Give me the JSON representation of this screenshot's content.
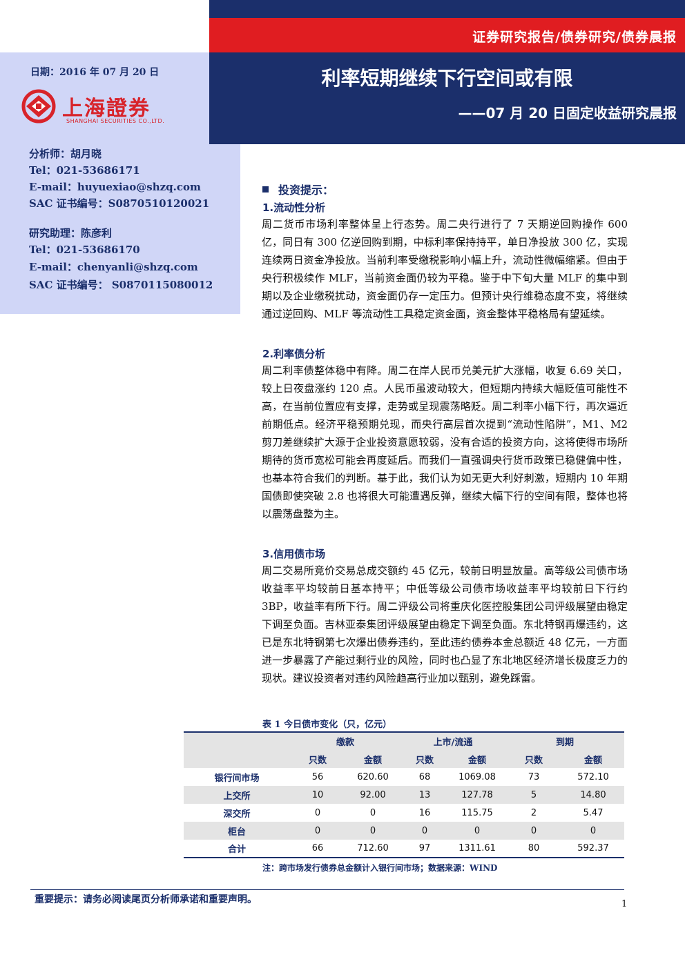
{
  "header": {
    "category": "证券研究报告/债券研究/债券晨报",
    "title": "利率短期继续下行空间或有限",
    "subtitle": "——07 月 20 日固定收益研究晨报"
  },
  "left": {
    "date": "日期：2016 年 07 月 20 日",
    "logo_text": "上海證券",
    "logo_sub": "SHANGHAI SECURITIES CO.,LTD.",
    "analyst": {
      "name": "分析师：胡月晓",
      "tel": "Tel：021-53686171",
      "email": "E-mail：huyuexiao@shzq.com",
      "sac": "SAC 证书编号：S0870510120021"
    },
    "assistant": {
      "name": "研究助理：陈彦利",
      "tel": "Tel：021-53686170",
      "email": "E-mail：chenyanli@shzq.com",
      "sac": "SAC 证书编号：  S0870115080012"
    }
  },
  "body": {
    "section_title": "投资提示：",
    "s1_title": "1.流动性分析",
    "s1_text": "周二货币市场利率整体呈上行态势。周二央行进行了 7 天期逆回购操作 600 亿，同日有 300 亿逆回购到期，中标利率保持持平，单日净投放 300 亿，实现连续两日资金净投放。当前利率受缴税影响小幅上升，流动性微幅缩紧。但由于央行积极续作 MLF，当前资金面仍较为平稳。鉴于中下旬大量 MLF 的集中到期以及企业缴税扰动，资金面仍存一定压力。但预计央行维稳态度不变，将继续通过逆回购、MLF 等流动性工具稳定资金面，资金整体平稳格局有望延续。",
    "s2_title": "2.利率债分析",
    "s2_text": "周二利率债整体稳中有降。周二在岸人民币兑美元扩大涨幅，收复 6.69 关口，较上日夜盘涨约 120 点。人民币虽波动较大，但短期内持续大幅贬值可能性不高，在当前位置应有支撑，走势或呈现震荡略贬。周二利率小幅下行，再次逼近前期低点。经济平稳预期兑现，而央行高层首次提到“流动性陷阱”，M1、M2 剪刀差继续扩大源于企业投资意愿较弱，没有合适的投资方向，这将使得市场所期待的货币宽松可能会再度延后。而我们一直强调央行货币政策已稳健偏中性，也基本符合我们的判断。基于此，我们认为如无更大利好刺激，短期内 10 年期国债即使突破 2.8 也将很大可能遭遇反弹，继续大幅下行的空间有限，整体也将以震荡盘整为主。",
    "s3_title": "3.信用债市场",
    "s3_text": "周二交易所竞价交易总成交额约 45 亿元，较前日明显放量。高等级公司债市场收益率平均较前日基本持平；中低等级公司债市场收益率平均较前日下行约 3BP，收益率有所下行。周二评级公司将重庆化医控股集团公司评级展望由稳定下调至负面。吉林亚泰集团评级展望由稳定下调至负面。东北特钢再爆违约，这已是东北特钢第七次爆出债券违约，至此违约债券本金总额近 48 亿元，一方面进一步暴露了产能过剩行业的风险，同时也凸显了东北地区经济增长极度乏力的现状。建议投资者对违约风险趋高行业加以甄别，避免踩雷。"
  },
  "table": {
    "caption": "表 1 今日债市变化（只，亿元）",
    "groups": [
      "缴款",
      "上市/流通",
      "到期"
    ],
    "subheads": [
      "只数",
      "金额",
      "只数",
      "金额",
      "只数",
      "金额"
    ],
    "rows": [
      {
        "label": "银行间市场",
        "cells": [
          "56",
          "620.60",
          "68",
          "1069.08",
          "73",
          "572.10"
        ]
      },
      {
        "label": "上交所",
        "cells": [
          "10",
          "92.00",
          "13",
          "127.78",
          "5",
          "14.80"
        ]
      },
      {
        "label": "深交所",
        "cells": [
          "0",
          "0",
          "16",
          "115.75",
          "2",
          "5.47"
        ]
      },
      {
        "label": "柜台",
        "cells": [
          "0",
          "0",
          "0",
          "0",
          "0",
          "0"
        ]
      },
      {
        "label": "合计",
        "cells": [
          "66",
          "712.60",
          "97",
          "1311.61",
          "80",
          "592.37"
        ]
      }
    ],
    "note": "注：跨市场发行债券总金额计入银行间市场；数据来源：WIND"
  },
  "footer": {
    "notice": "重要提示：请务必阅读尾页分析师承诺和重要声明。",
    "page": "1"
  },
  "colors": {
    "navy": "#1b2f6b",
    "red": "#e01d21",
    "panel": "#d0d6f7"
  }
}
